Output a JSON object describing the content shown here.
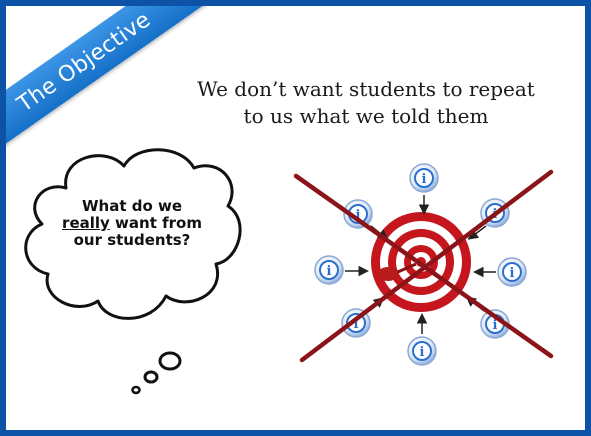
{
  "ribbon": {
    "label": "The Objective"
  },
  "headline": {
    "line1": "We don’t want students to repeat",
    "line2": "to us what we told them"
  },
  "thought": {
    "before": "What do we ",
    "emphasis": "really",
    "after": " want from our students?"
  },
  "info_icon": {
    "glyph": "i"
  },
  "colors": {
    "frame": "#0c53a8",
    "ribbon": "#2a82d8",
    "cross": "#8b1418",
    "target_red": "#c4161c",
    "info_blue": "#2a6fd0"
  }
}
